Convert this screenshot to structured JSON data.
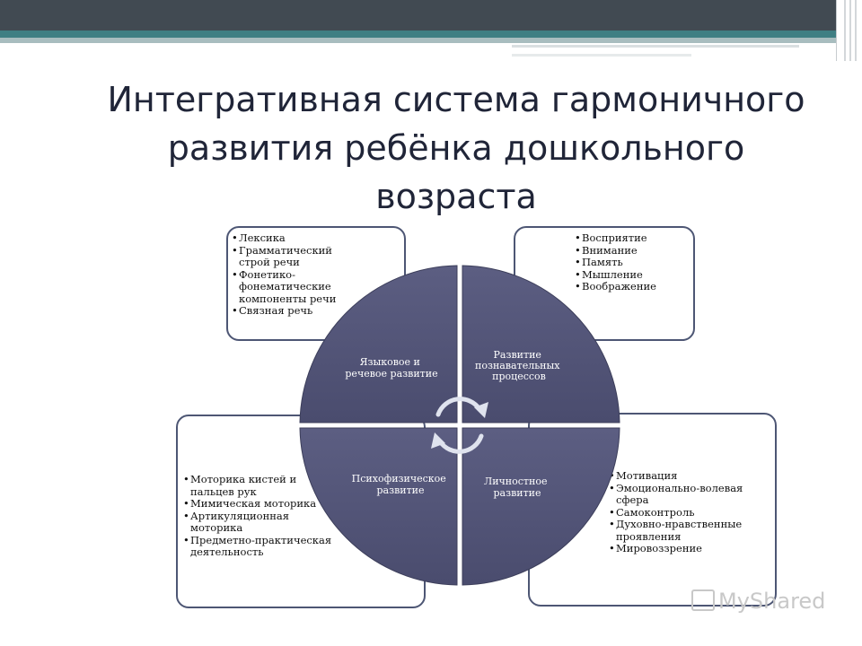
{
  "title": "Интегративная система гармоничного развития ребёнка дошкольного возраста",
  "quadrants": {
    "top_left": "Языковое и речевое развитие",
    "top_right": "Развитие познавательных процессов",
    "bottom_left": "Психофизическое развитие",
    "bottom_right": "Личностное развитие"
  },
  "lists": {
    "top_left": [
      "Лексика",
      "Грамматический строй речи",
      "Фонетико-фонематические компоненты речи",
      "Связная речь"
    ],
    "top_right": [
      "Восприятие",
      "Внимание",
      "Память",
      "Мышление",
      "Воображение"
    ],
    "bottom_left": [
      "Моторика кистей и пальцев рук",
      "Мимическая моторика",
      "Артикуляционная моторика",
      "Предметно-практическая деятельность"
    ],
    "bottom_right": [
      "Мотивация",
      "Эмоционально-волевая сфера",
      "Самоконтроль",
      "Духовно-нравственные проявления",
      "Мировоззрение"
    ]
  },
  "watermark": "MyShared",
  "colors": {
    "quadrant_fill": "#535478",
    "box_border": "#4d5674",
    "header_dark": "#414a52",
    "header_teal": "#3f7f83"
  }
}
